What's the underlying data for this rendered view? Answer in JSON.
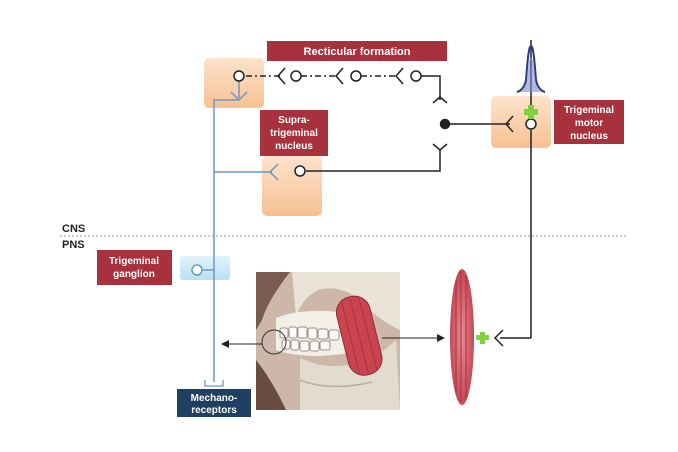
{
  "labels": {
    "reticular_formation": "Recticular formation",
    "supratrigeminal_line1": "Supra-",
    "supratrigeminal_line2": "trigeminal",
    "supratrigeminal_line3": "nucleus",
    "trigeminal_motor_line1": "Trigeminal",
    "trigeminal_motor_line2": "motor",
    "trigeminal_motor_line3": "nucleus",
    "trigeminal_ganglion_line1": "Trigeminal",
    "trigeminal_ganglion_line2": "ganglion",
    "mechanoreceptors_line1": "Mechano-",
    "mechanoreceptors_line2": "receptors",
    "cns": "CNS",
    "pns": "PNS"
  },
  "colors": {
    "label_red": "#a8313e",
    "label_navy": "#1f3f63",
    "nucleus_fill": "#f8c69a",
    "ganglion_fill": "#c6e8f7",
    "sensory_line": "#6e97c4",
    "excitatory_plus": "#7fd23d",
    "muscle": "#d9606b",
    "potential_trace": "#2b3a8c"
  }
}
